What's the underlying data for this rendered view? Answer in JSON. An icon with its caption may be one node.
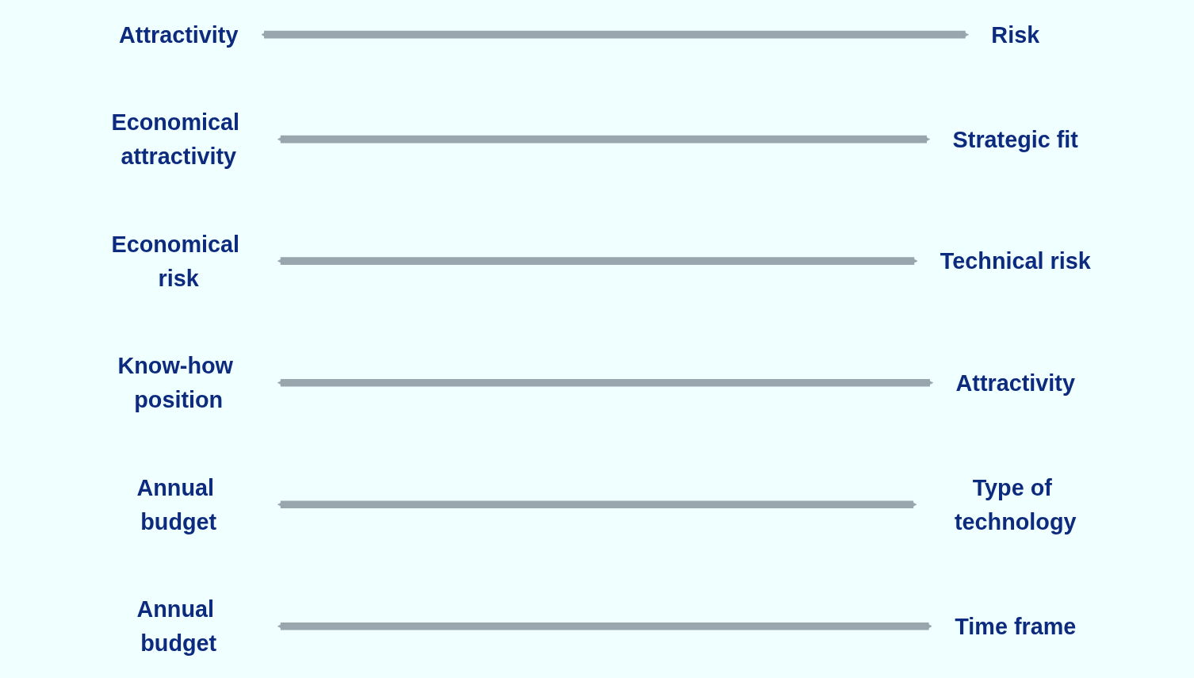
{
  "diagram": {
    "nodes": [
      {
        "text": [
          "Attractivity"
        ]
      },
      {
        "text": [
          "Risk"
        ]
      },
      {
        "text": [
          "Economical attractivity"
        ]
      },
      {
        "text": [
          "Strategic fit"
        ]
      },
      {
        "text": [
          "Economical risk"
        ]
      },
      {
        "text": [
          "Technical risk"
        ]
      },
      {
        "text": [
          "Know-how position"
        ]
      },
      {
        "text": [
          "Attractivity"
        ]
      },
      {
        "text": [
          "Annual budget"
        ]
      },
      {
        "text": [
          "Type of technology"
        ]
      },
      {
        "text": [
          "Annual budget"
        ]
      },
      {
        "text": [
          "Time frame"
        ]
      }
    ],
    "edges": [
      {
        "from": 0,
        "to": 1,
        "arrow": "both"
      },
      {
        "from": 2,
        "to": 3,
        "arrow": "both"
      },
      {
        "from": 4,
        "to": 5,
        "arrow": "both"
      },
      {
        "from": 6,
        "to": 7,
        "arrow": "both"
      },
      {
        "from": 8,
        "to": 9,
        "arrow": "both"
      },
      {
        "from": 10,
        "to": 11,
        "arrow": "both"
      }
    ]
  }
}
